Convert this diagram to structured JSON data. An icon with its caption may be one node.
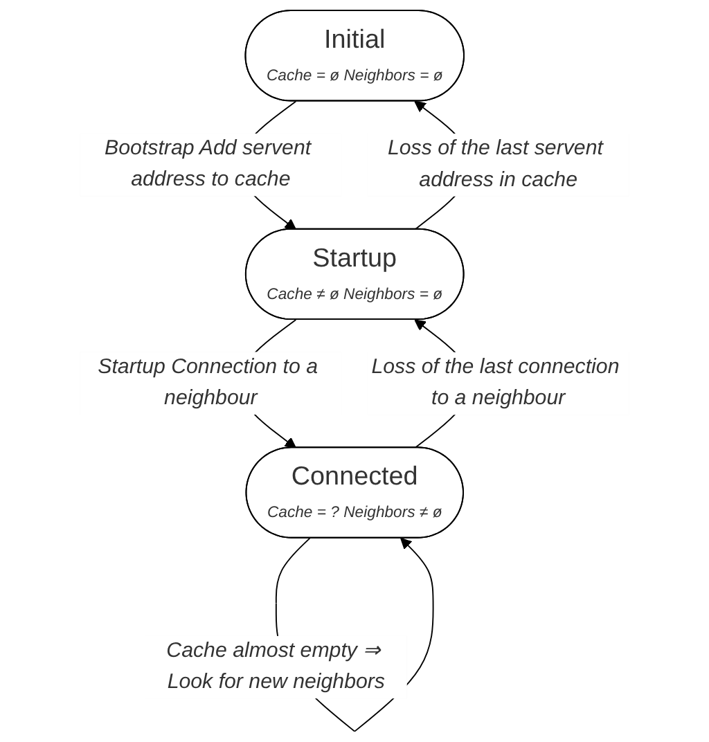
{
  "diagram": {
    "nodes": [
      {
        "text": [
          "Initial",
          "Cache = ø Neighbors = ø"
        ]
      },
      {
        "text": [
          "Startup",
          "Cache ≠ ø Neighbors = ø"
        ]
      },
      {
        "text": [
          "Connected",
          "Cache = ? Neighbors ≠ ø"
        ]
      }
    ],
    "edges": [
      {
        "from": 0,
        "to": 1,
        "arrow": "to",
        "label": "Bootstrap Add servent address to cache"
      },
      {
        "from": 1,
        "to": 0,
        "arrow": "to",
        "label": "Loss of the last servent address in cache"
      },
      {
        "from": 1,
        "to": 2,
        "arrow": "to",
        "label": "Startup Connection to a neighbour"
      },
      {
        "from": 2,
        "to": 1,
        "arrow": "to",
        "label": "Loss of the last connection to a neighbour"
      },
      {
        "from": 2,
        "to": 2,
        "arrow": "to",
        "label": "Cache almost empty ⇒ Look for new neighbors"
      }
    ]
  }
}
